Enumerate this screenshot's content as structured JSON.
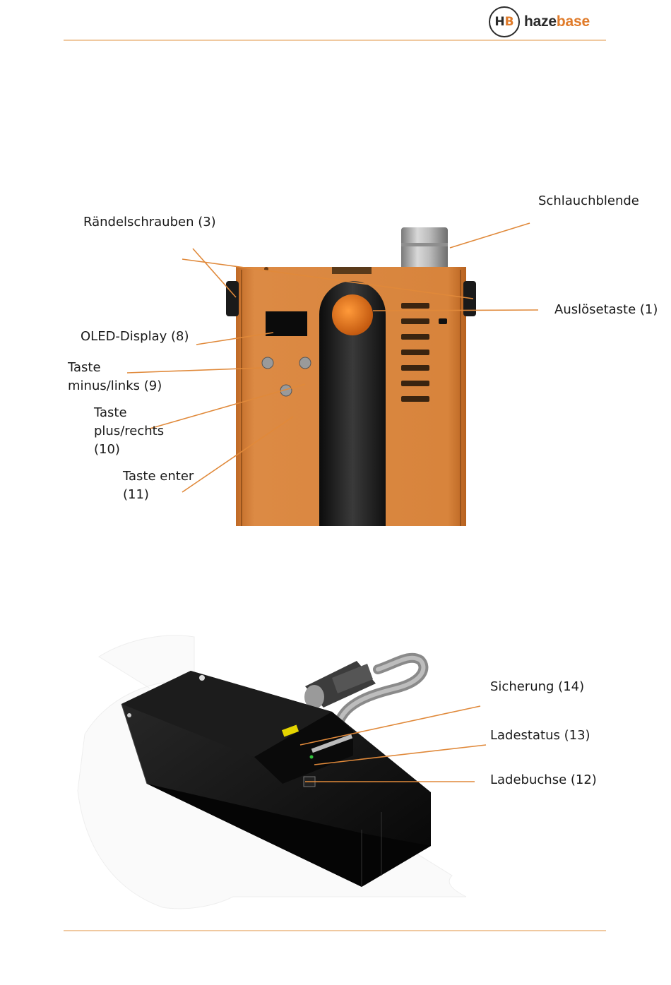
{
  "header": {
    "logo_badge_h": "H",
    "logo_badge_b": "B",
    "logo_word_1": "haze",
    "logo_word_2": "base"
  },
  "colors": {
    "brand_orange": "#e07b2a",
    "rule": "#f0c9a0",
    "device_body": "#d8843c",
    "leader_line": "#e0893a"
  },
  "figure_top": {
    "labels": {
      "schlauchblende": "Schlauchblende",
      "raendelschrauben": "Rändelschrauben (3)",
      "ausloesetaste": "Auslösetaste (1)",
      "oled": "OLED-Display (8)",
      "minus_1": "Taste",
      "minus_2": "minus/links (9)",
      "plus_1": "Taste",
      "plus_2": "plus/rechts",
      "plus_3": "(10)",
      "enter_1": "Taste enter",
      "enter_2": "(11)"
    }
  },
  "figure_bottom": {
    "labels": {
      "sicherung": "Sicherung (14)",
      "ladestatus": "Ladestatus (13)",
      "ladebuchse": "Ladebuchse (12)"
    }
  }
}
